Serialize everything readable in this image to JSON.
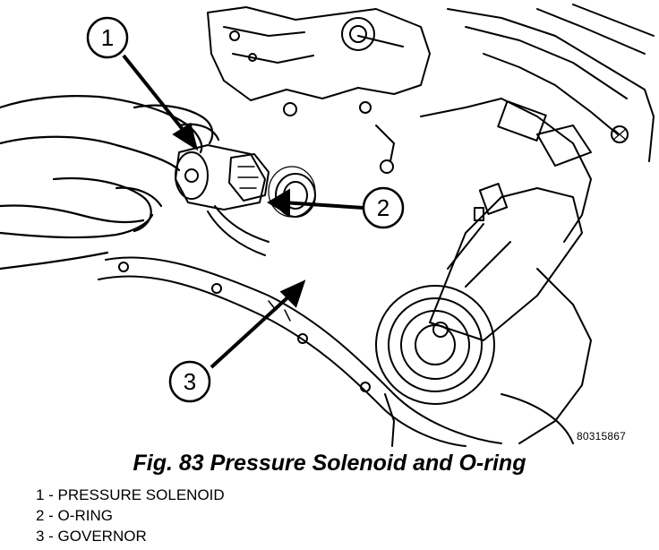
{
  "callouts": [
    {
      "number": "1"
    },
    {
      "number": "2"
    },
    {
      "number": "3"
    }
  ],
  "reference_code": "80315867",
  "caption": "Fig. 83 Pressure Solenoid and O-ring",
  "legend": [
    "1 - PRESSURE SOLENOID",
    "2 - O-RING",
    "3 - GOVERNOR"
  ]
}
